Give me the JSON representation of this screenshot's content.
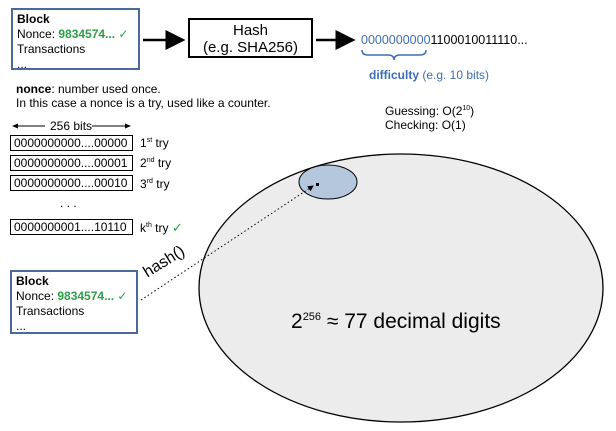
{
  "block_top": {
    "title": "Block",
    "nonce_label": "Nonce: ",
    "nonce_value": "9834574...",
    "check": "✓",
    "transactions": "Transactions",
    "more": "..."
  },
  "hash_box": {
    "line1": "Hash",
    "line2": "(e.g. SHA256)"
  },
  "hash_output": {
    "zeros": "0000000000",
    "rest": "1100010011110..."
  },
  "difficulty": {
    "label": "difficulty",
    "note": " (e.g. 10 bits)"
  },
  "nonce_def": {
    "term": "nonce",
    "def": ": number used once.",
    "line2": "In this case a nonce is a try, used like a counter."
  },
  "complexity": {
    "guessing_prefix": "Guessing: O(2",
    "guessing_exp": "10",
    "guessing_suffix": ")",
    "checking": "Checking: O(1)"
  },
  "bits_label": "256 bits",
  "tries": [
    {
      "value": "0000000000....00000",
      "num": "1",
      "suffix": "st",
      "word": " try"
    },
    {
      "value": "0000000000....00001",
      "num": "2",
      "suffix": "nd",
      "word": " try"
    },
    {
      "value": "0000000000....00010",
      "num": "3",
      "suffix": "rd",
      "word": " try"
    }
  ],
  "ellipsis": ". . .",
  "kth_try": {
    "value": "0000000001....10110",
    "num": "k",
    "suffix": "th",
    "word": " try",
    "check": "✓"
  },
  "block_bottom": {
    "title": "Block",
    "nonce_label": "Nonce: ",
    "nonce_value": "9834574...",
    "check": "✓",
    "transactions": "Transactions",
    "more": "..."
  },
  "hash_func_label": "hash()",
  "space": {
    "base": "2",
    "exp": "256",
    "text": " ≈ 77 decimal digits"
  },
  "colors": {
    "box_border": "#4a6b9a",
    "green": "#2e9f48",
    "blue": "#3d6fb6",
    "ellipse_fill": "#ececec",
    "small_ellipse_fill": "#b5c7dc"
  }
}
